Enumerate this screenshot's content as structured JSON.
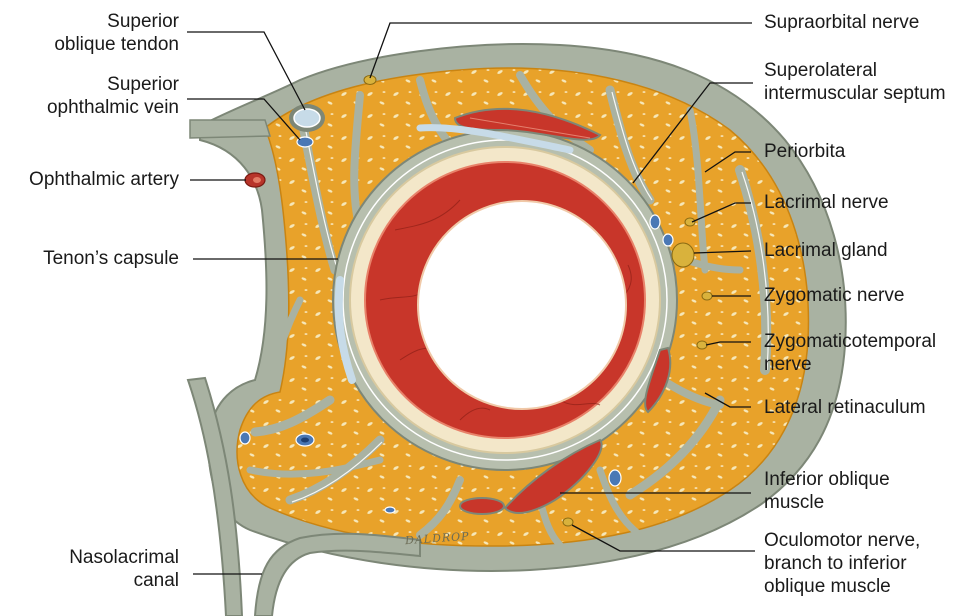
{
  "figure": {
    "labels": {
      "superior_oblique_tendon": [
        "Superior",
        "oblique tendon"
      ],
      "superior_ophthalmic_vein": [
        "Superior",
        "ophthalmic vein"
      ],
      "ophthalmic_artery": [
        "Ophthalmic artery"
      ],
      "tenons_capsule": [
        "Tenon’s capsule"
      ],
      "nasolacrimal_canal": [
        "Nasolacrimal",
        "canal"
      ],
      "supraorbital_nerve": [
        "Supraorbital nerve"
      ],
      "superolateral_intermuscular_septum": [
        "Superolateral",
        "intermuscular septum"
      ],
      "periorbita": [
        "Periorbita"
      ],
      "lacrimal_nerve": [
        "Lacrimal nerve"
      ],
      "lacrimal_gland": [
        "Lacrimal gland"
      ],
      "zygomatic_nerve": [
        "Zygomatic nerve"
      ],
      "zygomaticotemporal_nerve": [
        "Zygomaticotemporal",
        "nerve"
      ],
      "lateral_retinaculum": [
        "Lateral retinaculum"
      ],
      "inferior_oblique_muscle": [
        "Inferior oblique",
        "muscle"
      ],
      "oculomotor_nerve": [
        "Oculomotor nerve,",
        "branch to inferior",
        "oblique muscle"
      ]
    },
    "artist_signature": "DALDROP",
    "colors": {
      "fat": "#e8a22a",
      "fat_dark": "#c98412",
      "septa": "#a9b2a2",
      "septa_dark": "#7d8777",
      "muscle": "#c8362a",
      "sclera": "#f3e7c9",
      "vein": "#4a78b5",
      "artery": "#b8342a",
      "nerve": "#d9b23c",
      "leader": "#111111"
    }
  }
}
